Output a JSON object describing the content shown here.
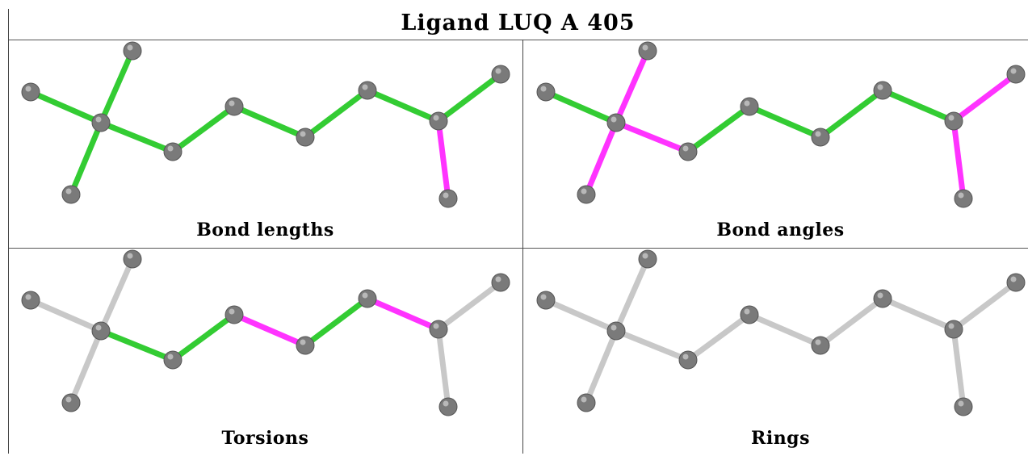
{
  "title": "Ligand LUQ A 405",
  "colors": {
    "ok": "#33cc33",
    "outlier": "#ff33ff",
    "neutral": "#c8c8c8",
    "atom": "#7a7a7a"
  },
  "panels": [
    {
      "label": "Bond lengths",
      "bond_colors": [
        "ok",
        "ok",
        "ok",
        "ok",
        "ok",
        "ok",
        "ok",
        "ok",
        "ok",
        "ok",
        "outlier"
      ]
    },
    {
      "label": "Bond angles",
      "bond_colors": [
        "ok",
        "outlier",
        "outlier",
        "outlier",
        "ok",
        "ok",
        "ok",
        "ok",
        "ok",
        "outlier",
        "outlier"
      ]
    },
    {
      "label": "Torsions",
      "bond_colors": [
        "neutral",
        "neutral",
        "neutral",
        "ok",
        "ok",
        "outlier",
        "ok",
        "outlier",
        "neutral",
        "neutral",
        "neutral"
      ]
    },
    {
      "label": "Rings",
      "bond_colors": [
        "neutral",
        "neutral",
        "neutral",
        "neutral",
        "neutral",
        "neutral",
        "neutral",
        "neutral",
        "neutral",
        "neutral",
        "neutral"
      ]
    }
  ]
}
